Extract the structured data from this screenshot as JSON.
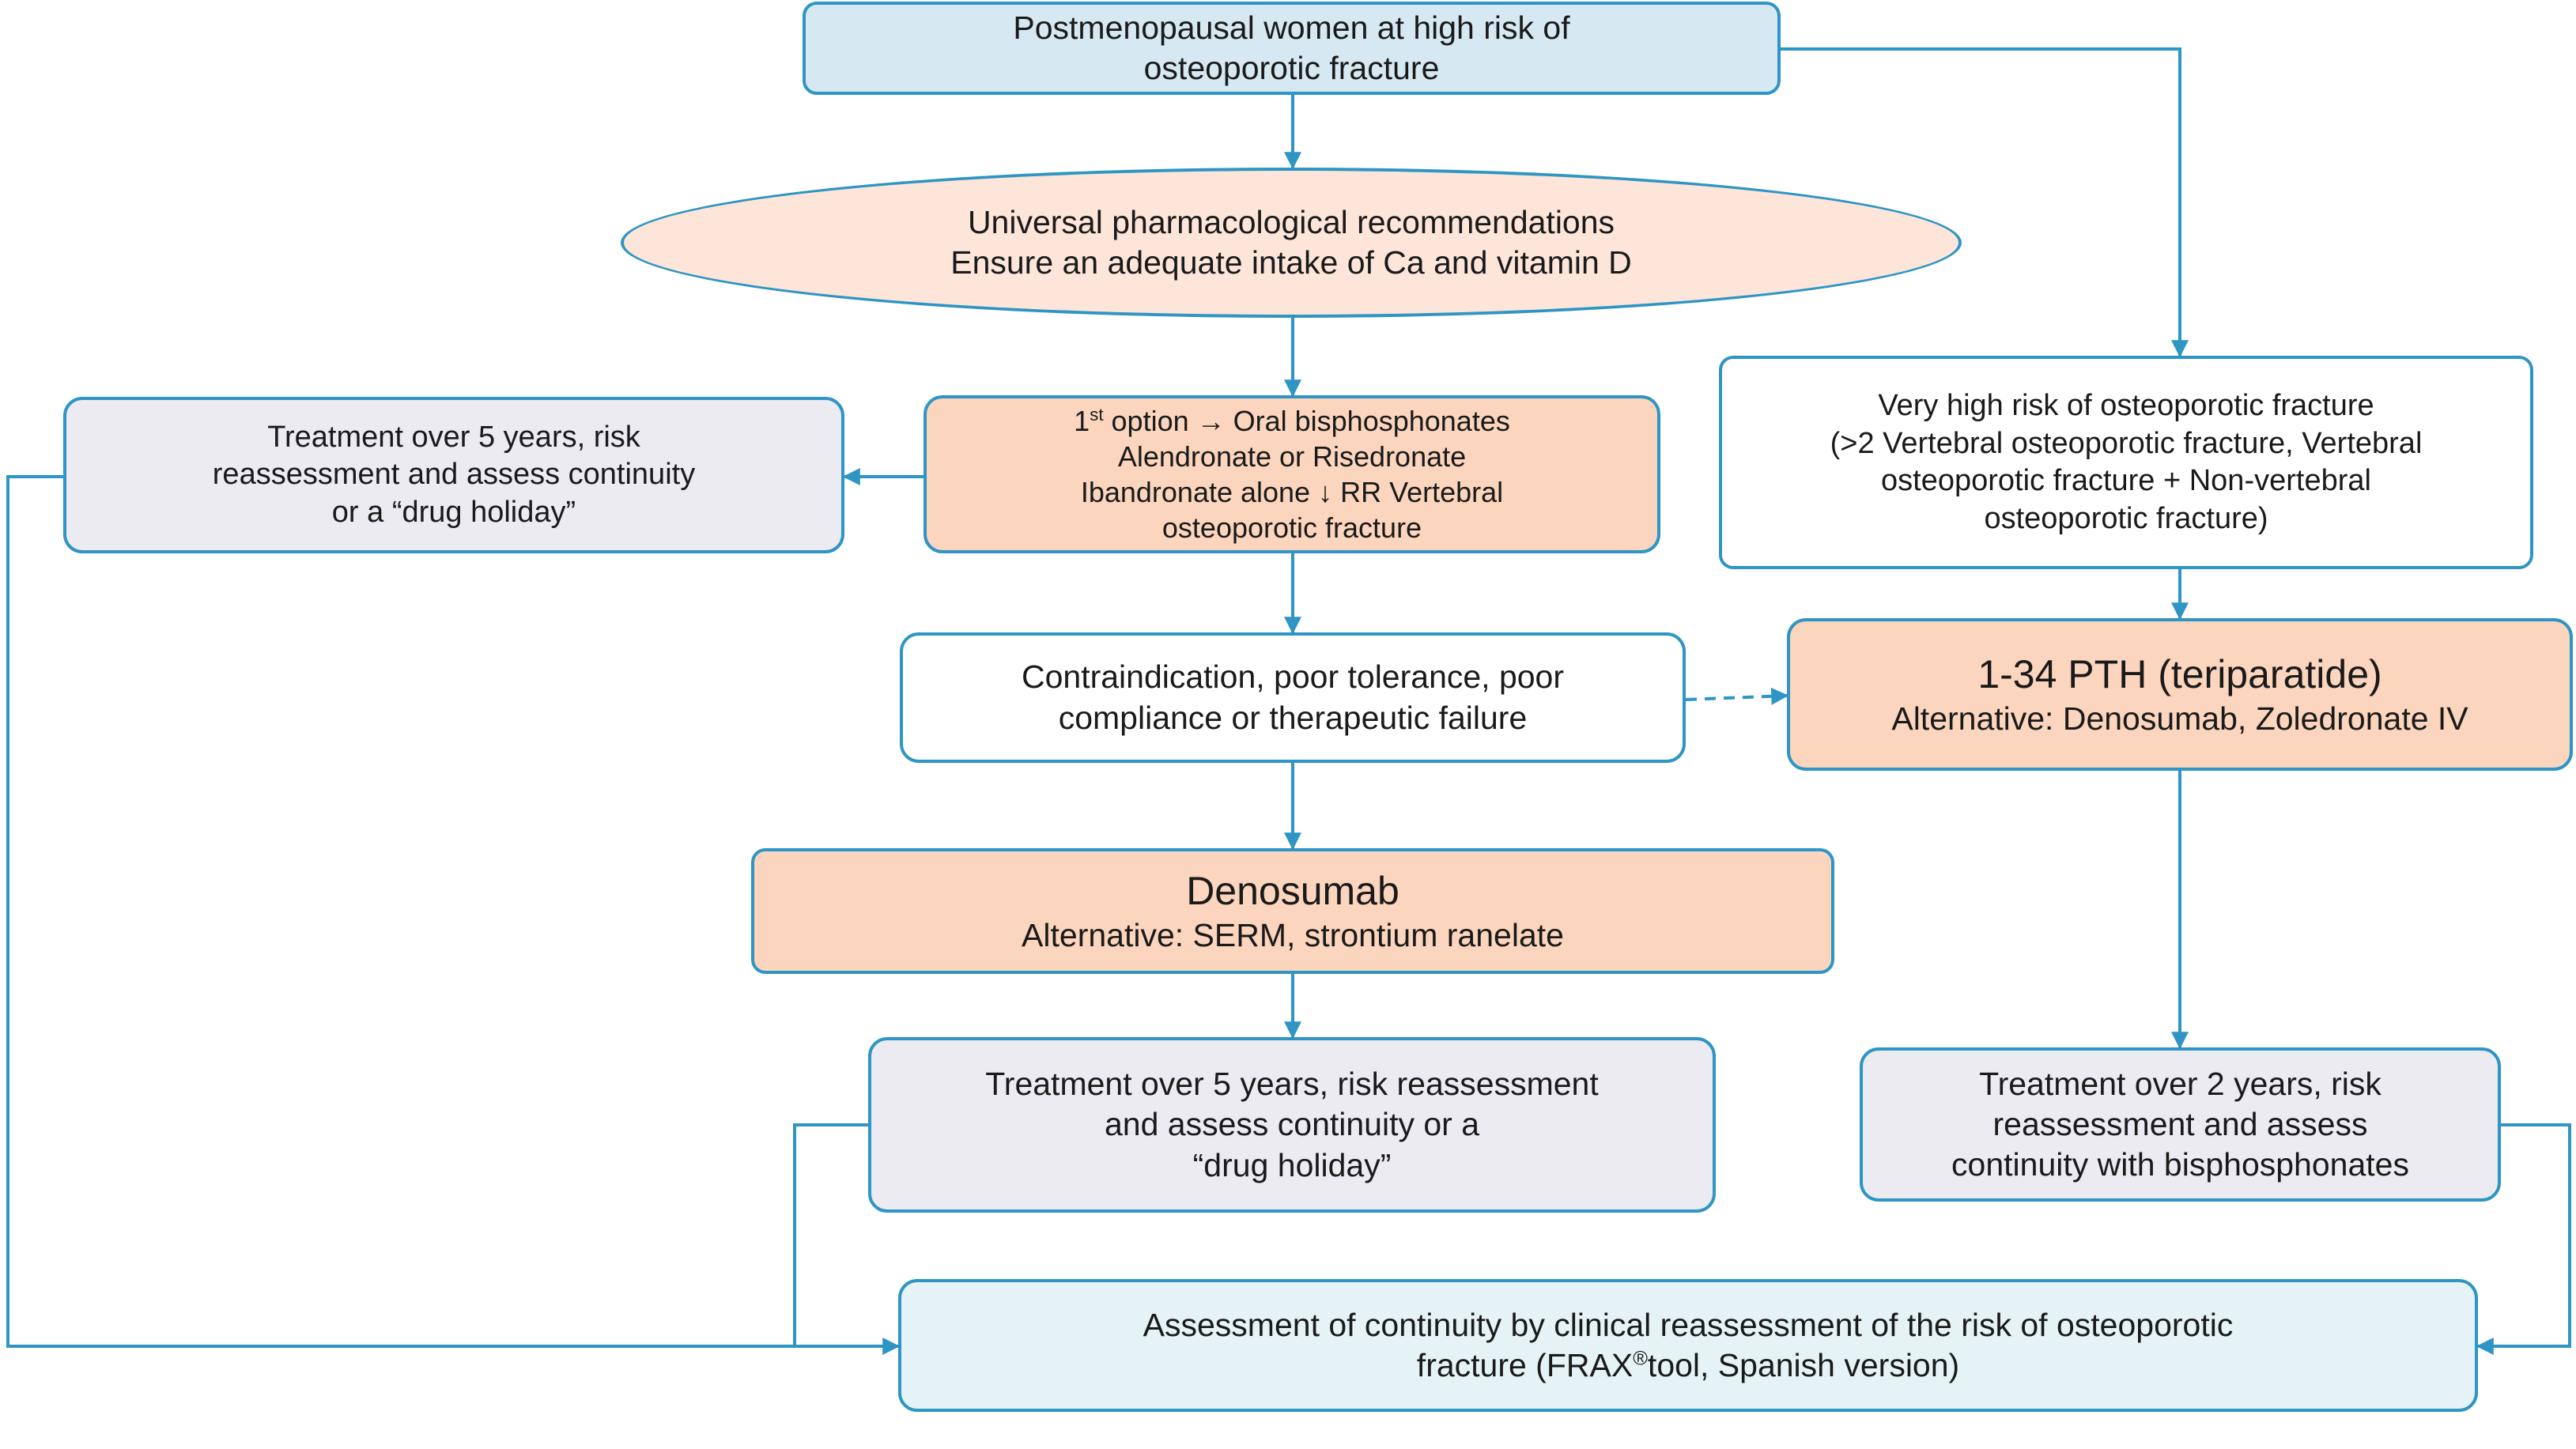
{
  "nodes": {
    "start": {
      "lines": [
        "Postmenopausal women at high risk of",
        "osteoporotic fracture"
      ]
    },
    "universal": {
      "lines": [
        "Universal pharmacological recommendations",
        "Ensure an adequate intake of Ca and vitamin D"
      ]
    },
    "first_option": {
      "line1_pre": "1",
      "line1_sup": "st",
      "line1_post": " option → Oral bisphosphonates",
      "line2": "Alendronate or Risedronate",
      "line3": "Ibandronate alone ↓ RR Vertebral",
      "line4": "osteoporotic fracture"
    },
    "left_treatment": {
      "lines": [
        "Treatment over 5 years, risk",
        "reassessment and assess continuity",
        "or a “drug holiday”"
      ]
    },
    "very_high_risk": {
      "lines": [
        "Very high risk of osteoporotic fracture",
        "(>2 Vertebral osteoporotic fracture, Vertebral",
        "osteoporotic fracture + Non-vertebral",
        "osteoporotic fracture)"
      ]
    },
    "contraindication": {
      "lines": [
        "Contraindication, poor tolerance, poor",
        "compliance or therapeutic failure"
      ]
    },
    "pth": {
      "title": "1-34 PTH (teriparatide)",
      "subtitle": "Alternative: Denosumab, Zoledronate IV"
    },
    "denosumab": {
      "title": "Denosumab",
      "subtitle": "Alternative: SERM, strontium ranelate"
    },
    "mid_treatment": {
      "lines": [
        "Treatment over 5 years, risk reassessment",
        "and assess continuity or a",
        "“drug holiday”"
      ]
    },
    "right_treatment": {
      "lines": [
        "Treatment over 2 years, risk",
        "reassessment and assess",
        "continuity with bisphosphonates"
      ]
    },
    "assessment": {
      "line1": "Assessment of continuity by clinical reassessment of the risk of osteoporotic",
      "line2_pre": "fracture (FRAX",
      "line2_sup": "®",
      "line2_post": "tool, Spanish version)"
    }
  },
  "colors": {
    "connector": "#2e95c4",
    "start_fill": "#d6e9f2",
    "ellipse_fill": "#fde6d9",
    "peach_fill": "#fbd5bd",
    "grey_fill": "#ecebf2",
    "assessment_fill": "#e6f3f6"
  }
}
